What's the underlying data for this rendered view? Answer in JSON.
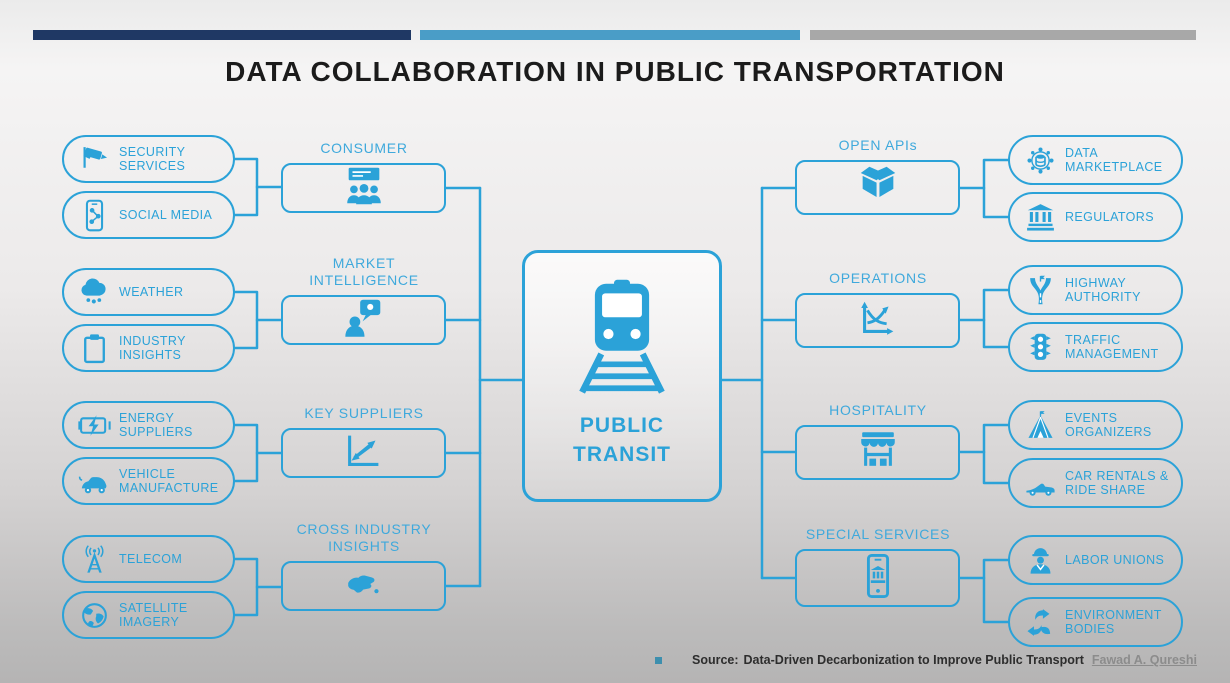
{
  "slide": {
    "title": "DATA COLLABORATION IN PUBLIC TRANSPORTATION",
    "source": {
      "prefix": "Source:",
      "text": "Data-Driven Decarbonization to Improve Public Transport",
      "author_link": "Fawad A. Qureshi"
    }
  },
  "center": {
    "label": "PUBLIC TRANSIT",
    "icon": "train-icon"
  },
  "left_groups": [
    {
      "hub": {
        "label": "CONSUMER",
        "icon": "consumer-group-icon"
      },
      "satellites": [
        {
          "label": "SECURITY SERVICES",
          "icon": "cctv-camera-icon"
        },
        {
          "label": "SOCIAL MEDIA",
          "icon": "smartphone-share-icon"
        }
      ]
    },
    {
      "hub": {
        "label": "MARKET INTELLIGENCE",
        "icon": "person-idea-bubble-icon"
      },
      "satellites": [
        {
          "label": "WEATHER",
          "icon": "rain-cloud-icon"
        },
        {
          "label": "INDUSTRY INSIGHTS",
          "icon": "clipboard-icon"
        }
      ]
    },
    {
      "hub": {
        "label": "KEY SUPPLIERS",
        "icon": "chart-crossing-arrows-icon"
      },
      "satellites": [
        {
          "label": "ENERGY SUPPLIERS",
          "icon": "battery-bolt-icon"
        },
        {
          "label": "VEHICLE MANUFACTURE",
          "icon": "electric-car-icon"
        }
      ]
    },
    {
      "hub": {
        "label": "CROSS INDUSTRY INSIGHTS",
        "icon": "world-map-icon"
      },
      "satellites": [
        {
          "label": "TELECOM",
          "icon": "radio-tower-icon"
        },
        {
          "label": "SATELLITE IMAGERY",
          "icon": "globe-icon"
        }
      ]
    }
  ],
  "right_groups": [
    {
      "hub": {
        "label": "OPEN APIs",
        "icon": "open-box-icon"
      },
      "satellites": [
        {
          "label": "DATA MARKETPLACE",
          "icon": "data-network-icon"
        },
        {
          "label": "REGULATORS",
          "icon": "bank-building-icon"
        }
      ]
    },
    {
      "hub": {
        "label": "OPERATIONS",
        "icon": "operations-chart-icon"
      },
      "satellites": [
        {
          "label": "HIGHWAY AUTHORITY",
          "icon": "highway-fork-icon"
        },
        {
          "label": "TRAFFIC MANAGEMENT",
          "icon": "traffic-light-icon"
        }
      ]
    },
    {
      "hub": {
        "label": "HOSPITALITY",
        "icon": "storefront-icon"
      },
      "satellites": [
        {
          "label": "EVENTS ORGANIZERS",
          "icon": "circus-tent-icon"
        },
        {
          "label": "CAR RENTALS & RIDE SHARE",
          "icon": "convertible-car-icon"
        }
      ]
    },
    {
      "hub": {
        "label": "SPECIAL SERVICES",
        "icon": "phone-bank-icon"
      },
      "satellites": [
        {
          "label": "LABOR UNIONS",
          "icon": "worker-icon"
        },
        {
          "label": "ENVIRONMENT BODIES",
          "icon": "recycle-leaf-icon"
        }
      ]
    }
  ],
  "colors": {
    "accent_blue": "#2ba2d8",
    "navy_bar": "#1f3864",
    "teal_bar": "#4a9dc7",
    "gray_bar": "#a8a8a8",
    "title_text": "#1b1b1b",
    "link_gray": "#8c8c8c"
  }
}
